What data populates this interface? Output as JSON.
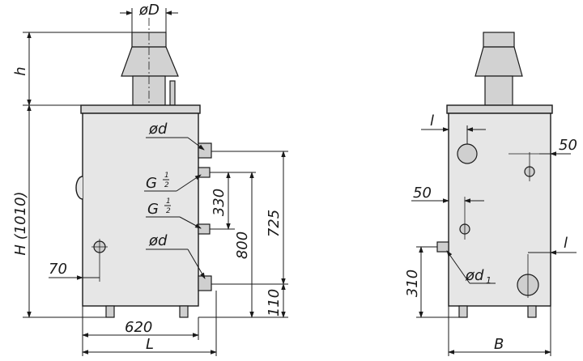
{
  "labels": {
    "flue_diameter": "øD",
    "chimney_height": "h",
    "total_height": "H (1010)",
    "length": "L",
    "width": "B",
    "depth_620": "620",
    "offset_70_left": "70",
    "gas_outlet_d": "ød",
    "gas_inlet_d": "ød",
    "g_half_top_letter": "G",
    "g_half_top_num": "1",
    "g_half_top_den": "2",
    "g_half_bottom_letter": "G",
    "g_half_bottom_num": "1",
    "g_half_bottom_den": "2",
    "dim_330": "330",
    "dim_800": "800",
    "dim_725": "725",
    "dim_110": "110",
    "offset_l_top": "l",
    "offset_l_bottom": "l",
    "dim_50_right": "50",
    "dim_50_left": "50",
    "dim_310": "310",
    "d1_letter": "ød",
    "d1_sub": "1"
  },
  "colors": {
    "line": "#1a1a1a",
    "body_fill": "#e6e6e6",
    "pipe_fill": "#cfcfcf",
    "background": "#ffffff"
  }
}
